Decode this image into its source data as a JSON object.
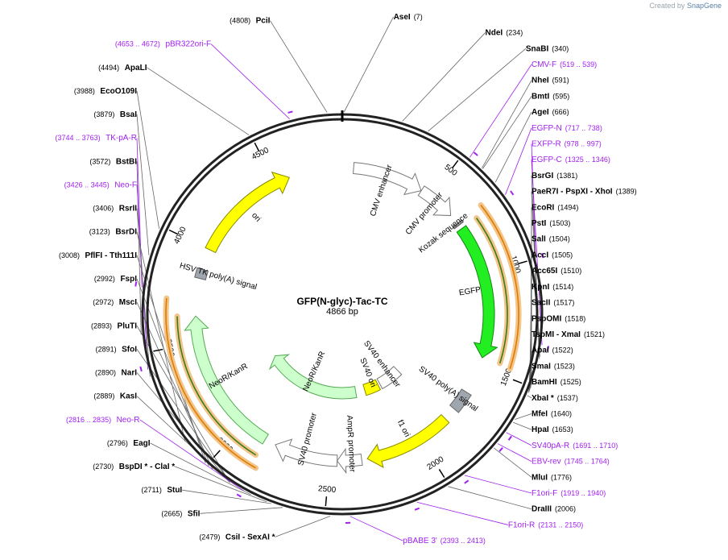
{
  "branding": {
    "prefix": "Created by",
    "name": "SnapGene"
  },
  "plasmid": {
    "name": "GFP(N-glyc)-Tac-TC",
    "length_label": "4866 bp",
    "length": 4866
  },
  "colors": {
    "enzyme": "#000000",
    "primer": "#a020f0",
    "ring": "#222222"
  },
  "ticks": [
    {
      "pos": 500,
      "label": "500"
    },
    {
      "pos": 1000,
      "label": "1000"
    },
    {
      "pos": 1500,
      "label": "1500"
    },
    {
      "pos": 2000,
      "label": "2000"
    },
    {
      "pos": 2500,
      "label": "2500"
    },
    {
      "pos": 3000,
      "label": "3000"
    },
    {
      "pos": 3500,
      "label": "3500"
    },
    {
      "pos": 4000,
      "label": "4000"
    },
    {
      "pos": 4500,
      "label": "4500"
    }
  ],
  "features": [
    {
      "name": "CMV enhancer",
      "label": "CMV enhancer",
      "start": 60,
      "end": 440,
      "ring": "outer",
      "color": "#ffffff",
      "stroke": "#777777",
      "arrow": true
    },
    {
      "name": "CMV promoter",
      "label": "CMV promoter",
      "start": 441,
      "end": 645,
      "ring": "outer",
      "color": "#ffffff",
      "stroke": "#777777",
      "arrow": true
    },
    {
      "name": "Kozak sequence",
      "label": "Kozak sequence",
      "start": 700,
      "end": 712,
      "ring": "outer",
      "color": "#999999",
      "stroke": "#555555",
      "arrow": false
    },
    {
      "name": "EGFP",
      "label": "EGFP",
      "start": 735,
      "end": 1450,
      "ring": "outer",
      "color": "#22ee22",
      "stroke": "#118811",
      "arrow": true
    },
    {
      "name": "SV40 poly(A) signal",
      "label": "SV40 poly(A) signal",
      "start": 1650,
      "end": 1760,
      "ring": "outer",
      "color": "#a0a6ad",
      "stroke": "#666666",
      "arrow": false
    },
    {
      "name": "f1 ori",
      "label": "f1 ori",
      "start": 1830,
      "end": 2300,
      "ring": "outer",
      "color": "#ffff00",
      "stroke": "#888800",
      "arrow": true
    },
    {
      "name": "AmpR promoter",
      "label": "AmpR promoter",
      "start": 2330,
      "end": 2460,
      "ring": "outer",
      "color": "#ffffff",
      "stroke": "#777777",
      "arrow": true
    },
    {
      "name": "SV40 promoter",
      "label": "SV40 promoter",
      "start": 2460,
      "end": 2800,
      "ring": "outer",
      "color": "#ffffff",
      "stroke": "#777777",
      "arrow": true
    },
    {
      "name": "NeoR/KanR",
      "label": "NeoR/KanR",
      "start": 2860,
      "end": 3640,
      "ring": "outer",
      "color": "#ccffcc",
      "stroke": "#55aa55",
      "arrow": true
    },
    {
      "name": "HSV TK poly(A) signal",
      "label": "HSV TK poly(A) signal",
      "start": 3840,
      "end": 3890,
      "ring": "outer",
      "color": "#a0a6ad",
      "stroke": "#666666",
      "arrow": false
    },
    {
      "name": "ori",
      "label": "ori",
      "start": 4000,
      "end": 4580,
      "ring": "outer",
      "color": "#ffff00",
      "stroke": "#888800",
      "arrow": true
    },
    {
      "name": "SV40 enhancer",
      "label": "SV40 enhancer",
      "start": 1830,
      "end": 2050,
      "ring": "inner",
      "color": "#ffffff",
      "stroke": "#777777",
      "arrow": false
    },
    {
      "name": "SV40 ori",
      "label": "SV40 ori",
      "start": 2070,
      "end": 2210,
      "ring": "inner",
      "color": "#ffff00",
      "stroke": "#888800",
      "arrow": false
    },
    {
      "name": "NeoR/KanR inner",
      "label": "NeoR/KanR",
      "start": 2300,
      "end": 3220,
      "ring": "inner",
      "color": "#ccffcc",
      "stroke": "#55aa55",
      "arrow": true
    }
  ],
  "orange_arcs": [
    {
      "name": "exfp-arc",
      "start": 700,
      "end": 1460
    },
    {
      "name": "egfp-arc-inner",
      "start": 735,
      "end": 1450
    },
    {
      "name": "neo-arc",
      "start": 2830,
      "end": 3720
    },
    {
      "name": "neo-arc-inner",
      "start": 2860,
      "end": 3640
    }
  ],
  "labels": [
    {
      "id": "asei",
      "name": "AseI",
      "pos": "(7)",
      "kind": "enzyme",
      "site": 7
    },
    {
      "id": "pcii",
      "name": "PciI",
      "pos": "(4808)",
      "kind": "enzyme",
      "site": 4808
    },
    {
      "id": "pbr322",
      "name": "pBR322ori-F",
      "pos": "(4653 .. 4672)",
      "kind": "primer",
      "site": 4662
    },
    {
      "id": "apali",
      "name": "ApaLI",
      "pos": "(4494)",
      "kind": "enzyme",
      "site": 4494
    },
    {
      "id": "ndei",
      "name": "NdeI",
      "pos": "(234)",
      "kind": "enzyme",
      "site": 234
    },
    {
      "id": "snabi",
      "name": "SnaBI",
      "pos": "(340)",
      "kind": "enzyme",
      "site": 340
    },
    {
      "id": "cmvf",
      "name": "CMV-F",
      "pos": "(519 .. 539)",
      "kind": "primer",
      "site": 529
    },
    {
      "id": "nhei",
      "name": "NheI",
      "pos": "(591)",
      "kind": "enzyme",
      "site": 591
    },
    {
      "id": "bmti",
      "name": "BmtI",
      "pos": "(595)",
      "kind": "enzyme",
      "site": 595
    },
    {
      "id": "agei",
      "name": "AgeI",
      "pos": "(666)",
      "kind": "enzyme",
      "site": 666
    },
    {
      "id": "egfpn",
      "name": "EGFP-N",
      "pos": "(717 .. 738)",
      "kind": "primer",
      "site": 727
    },
    {
      "id": "exfpr",
      "name": "EXFP-R",
      "pos": "(978 .. 997)",
      "kind": "primer",
      "site": 987
    },
    {
      "id": "egfpc",
      "name": "EGFP-C",
      "pos": "(1325 .. 1346)",
      "kind": "primer",
      "site": 1335
    },
    {
      "id": "bsrgi",
      "name": "BsrGI",
      "pos": "(1381)",
      "kind": "enzyme",
      "site": 1381
    },
    {
      "id": "paer7i",
      "name": "PaeR7I - PspXI - XhoI",
      "pos": "(1389)",
      "kind": "enzyme",
      "site": 1389
    },
    {
      "id": "ecori",
      "name": "EcoRI",
      "pos": "(1494)",
      "kind": "enzyme",
      "site": 1494
    },
    {
      "id": "psti",
      "name": "PstI",
      "pos": "(1503)",
      "kind": "enzyme",
      "site": 1503
    },
    {
      "id": "sali",
      "name": "SalI",
      "pos": "(1504)",
      "kind": "enzyme",
      "site": 1504
    },
    {
      "id": "acci",
      "name": "AccI",
      "pos": "(1505)",
      "kind": "enzyme",
      "site": 1505
    },
    {
      "id": "acc65i",
      "name": "Acc65I",
      "pos": "(1510)",
      "kind": "enzyme",
      "site": 1510
    },
    {
      "id": "kpni",
      "name": "KpnI",
      "pos": "(1514)",
      "kind": "enzyme",
      "site": 1514
    },
    {
      "id": "sacii",
      "name": "SacII",
      "pos": "(1517)",
      "kind": "enzyme",
      "site": 1517
    },
    {
      "id": "pspomi",
      "name": "PspOMI",
      "pos": "(1518)",
      "kind": "enzyme",
      "site": 1518
    },
    {
      "id": "tspmi",
      "name": "TspMI - XmaI",
      "pos": "(1521)",
      "kind": "enzyme",
      "site": 1521
    },
    {
      "id": "apai",
      "name": "ApaI",
      "pos": "(1522)",
      "kind": "enzyme",
      "site": 1522
    },
    {
      "id": "smai",
      "name": "SmaI",
      "pos": "(1523)",
      "kind": "enzyme",
      "site": 1523
    },
    {
      "id": "bamhi",
      "name": "BamHI",
      "pos": "(1525)",
      "kind": "enzyme",
      "site": 1525
    },
    {
      "id": "xbai",
      "name": "XbaI *",
      "pos": "(1537)",
      "kind": "enzyme",
      "site": 1537
    },
    {
      "id": "mfei",
      "name": "MfeI",
      "pos": "(1640)",
      "kind": "enzyme",
      "site": 1640
    },
    {
      "id": "hpai",
      "name": "HpaI",
      "pos": "(1653)",
      "kind": "enzyme",
      "site": 1653
    },
    {
      "id": "sv40par",
      "name": "SV40pA-R",
      "pos": "(1691 .. 1710)",
      "kind": "primer",
      "site": 1700
    },
    {
      "id": "ebvrev",
      "name": "EBV-rev",
      "pos": "(1745 .. 1764)",
      "kind": "primer",
      "site": 1754
    },
    {
      "id": "mlui",
      "name": "MluI",
      "pos": "(1776)",
      "kind": "enzyme",
      "site": 1776
    },
    {
      "id": "f1orif",
      "name": "F1ori-F",
      "pos": "(1919 .. 1940)",
      "kind": "primer",
      "site": 1930
    },
    {
      "id": "draiii",
      "name": "DraIII",
      "pos": "(2006)",
      "kind": "enzyme",
      "site": 2006
    },
    {
      "id": "f1orir",
      "name": "F1ori-R",
      "pos": "(2131 .. 2150)",
      "kind": "primer",
      "site": 2140
    },
    {
      "id": "pbabe3",
      "name": "pBABE 3'",
      "pos": "(2393 .. 2413)",
      "kind": "primer",
      "site": 2403
    },
    {
      "id": "csii",
      "name": "CsiI - SexAI *",
      "pos": "(2479)",
      "kind": "enzyme",
      "site": 2479
    },
    {
      "id": "sfii",
      "name": "SfiI",
      "pos": "(2665)",
      "kind": "enzyme",
      "site": 2665
    },
    {
      "id": "stui",
      "name": "StuI",
      "pos": "(2711)",
      "kind": "enzyme",
      "site": 2711
    },
    {
      "id": "bspdi",
      "name": "BspDI * - ClaI *",
      "pos": "(2730)",
      "kind": "enzyme",
      "site": 2730
    },
    {
      "id": "eagi",
      "name": "EagI",
      "pos": "(2796)",
      "kind": "enzyme",
      "site": 2796
    },
    {
      "id": "neor",
      "name": "Neo-R",
      "pos": "(2816 .. 2835)",
      "kind": "primer",
      "site": 2825
    },
    {
      "id": "kasi",
      "name": "KasI",
      "pos": "(2889)",
      "kind": "enzyme",
      "site": 2889
    },
    {
      "id": "nari",
      "name": "NarI",
      "pos": "(2890)",
      "kind": "enzyme",
      "site": 2890
    },
    {
      "id": "sfoi",
      "name": "SfoI",
      "pos": "(2891)",
      "kind": "enzyme",
      "site": 2891
    },
    {
      "id": "pluti",
      "name": "PluTI",
      "pos": "(2893)",
      "kind": "enzyme",
      "site": 2893
    },
    {
      "id": "msci",
      "name": "MscI",
      "pos": "(2972)",
      "kind": "enzyme",
      "site": 2972
    },
    {
      "id": "fspi",
      "name": "FspI",
      "pos": "(2992)",
      "kind": "enzyme",
      "site": 2992
    },
    {
      "id": "pflfi",
      "name": "PflFI - Tth111I",
      "pos": "(3008)",
      "kind": "enzyme",
      "site": 3008
    },
    {
      "id": "bsrdi",
      "name": "BsrDI",
      "pos": "(3123)",
      "kind": "enzyme",
      "site": 3123
    },
    {
      "id": "rsrii",
      "name": "RsrII",
      "pos": "(3406)",
      "kind": "enzyme",
      "site": 3406
    },
    {
      "id": "neof",
      "name": "Neo-F",
      "pos": "(3426 .. 3445)",
      "kind": "primer",
      "site": 3435
    },
    {
      "id": "bstbi",
      "name": "BstBI",
      "pos": "(3572)",
      "kind": "enzyme",
      "site": 3572
    },
    {
      "id": "tkpar",
      "name": "TK-pA-R",
      "pos": "(3744 .. 3763)",
      "kind": "primer",
      "site": 3753
    },
    {
      "id": "bsai",
      "name": "BsaI",
      "pos": "(3879)",
      "kind": "enzyme",
      "site": 3879
    },
    {
      "id": "eco0109i",
      "name": "EcoO109I",
      "pos": "(3988)",
      "kind": "enzyme",
      "site": 3988
    }
  ]
}
